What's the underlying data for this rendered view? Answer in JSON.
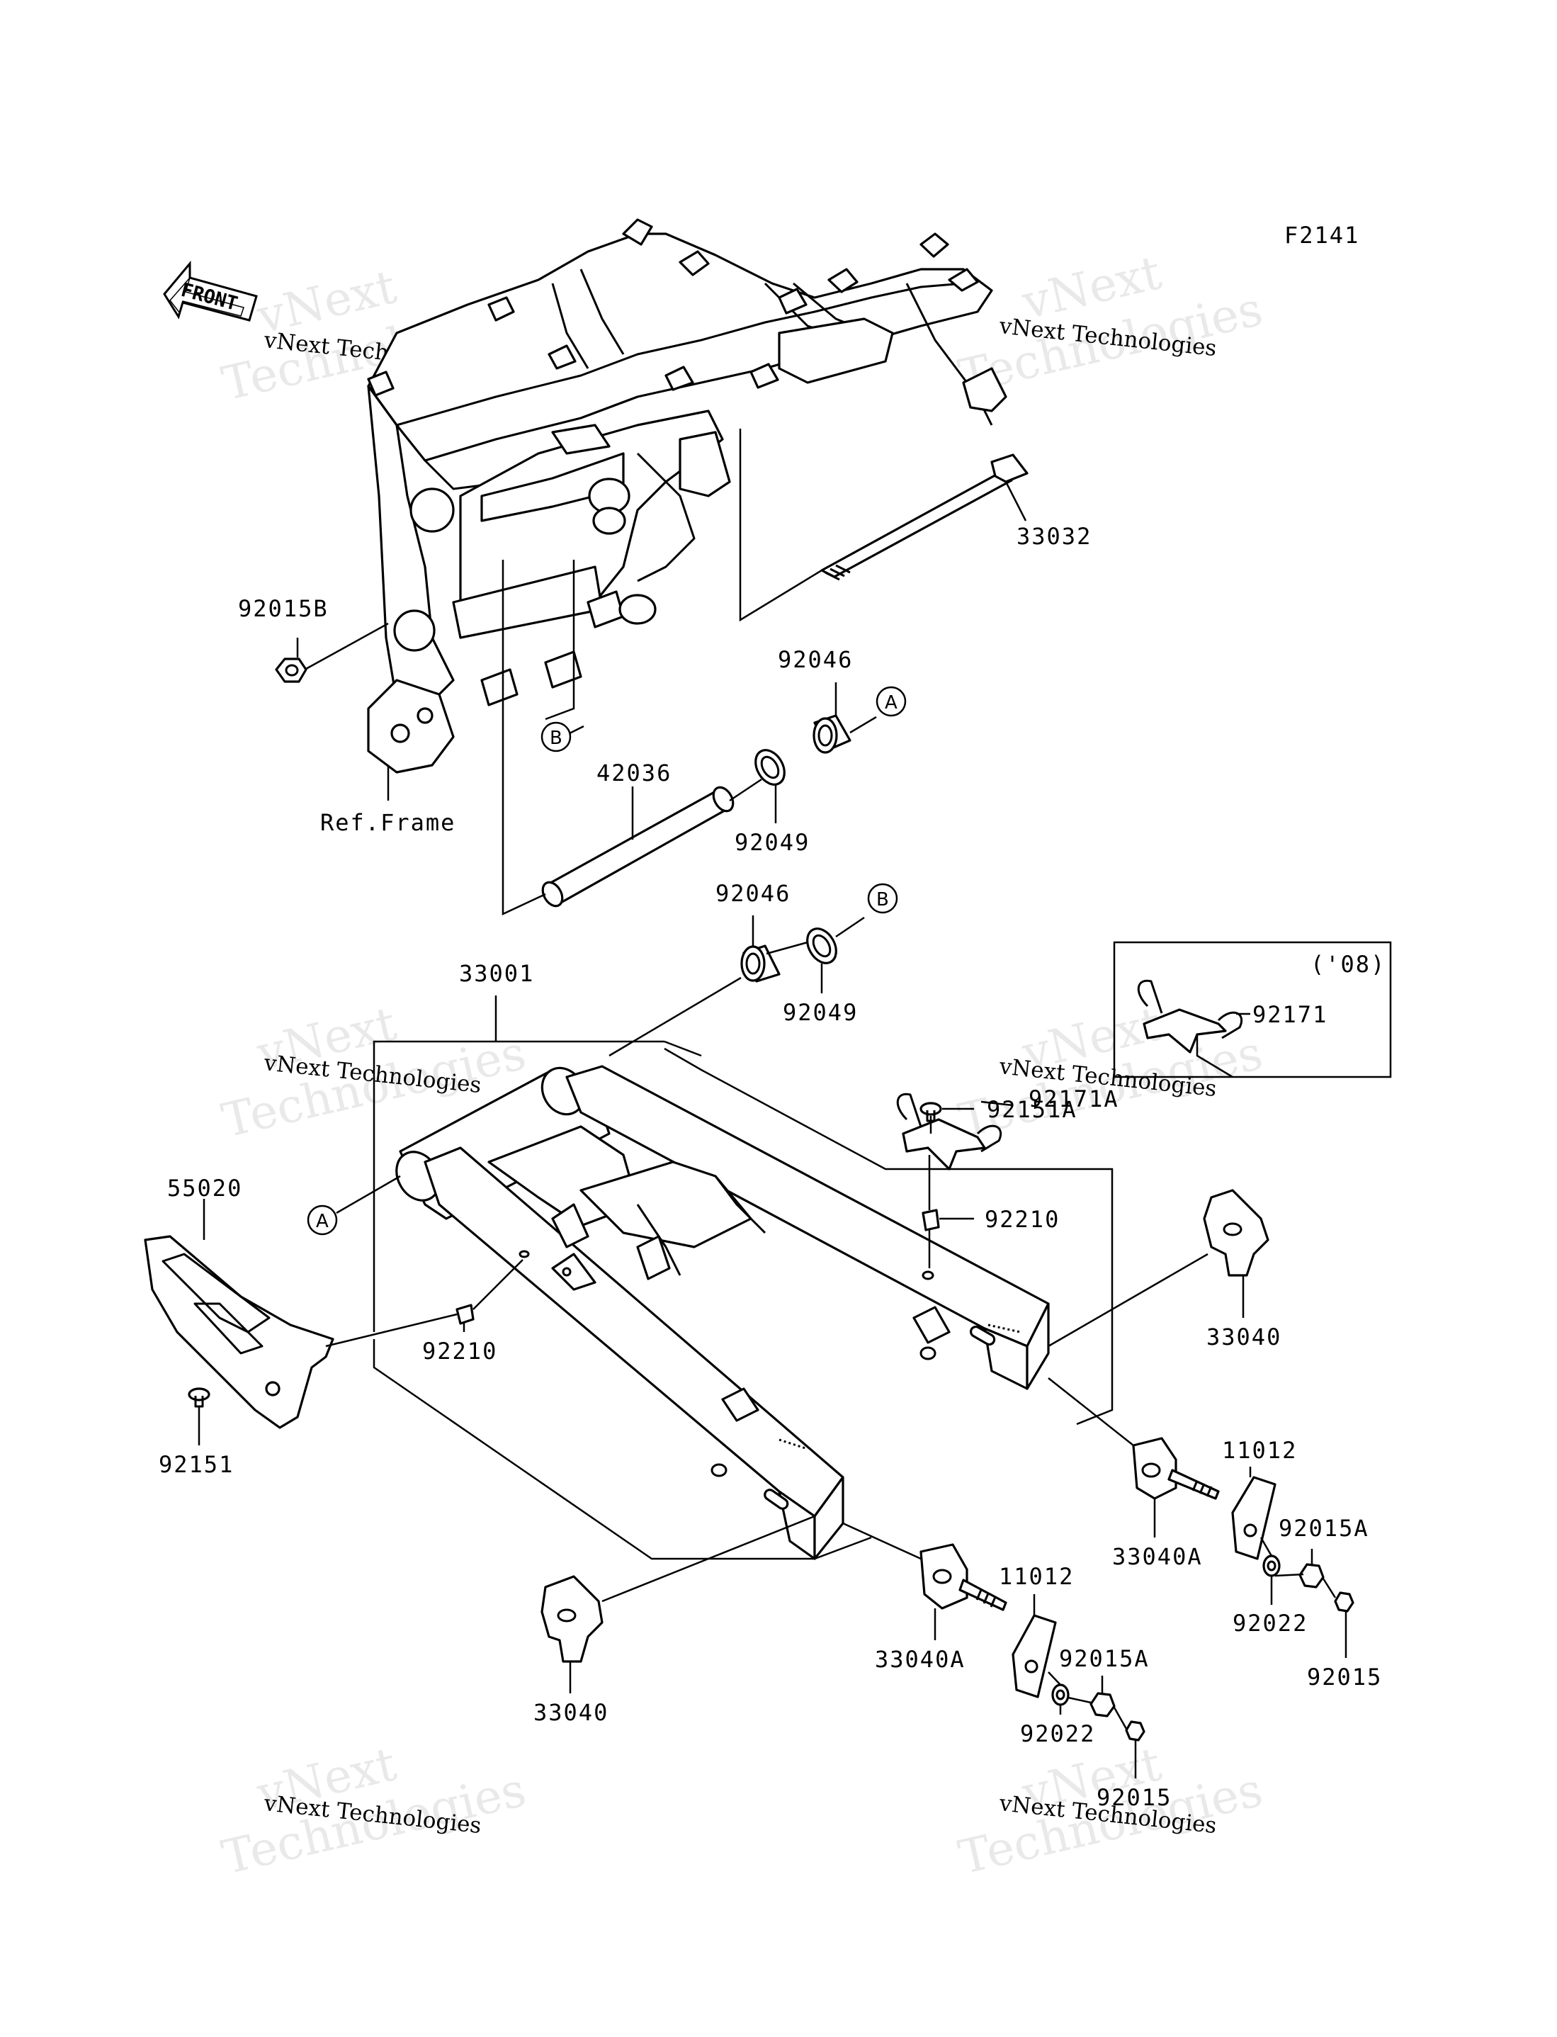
{
  "figure_code": "F2141",
  "front_label": "FRONT",
  "ref_frame_label": "Ref.Frame",
  "variant_label": "('08)",
  "callouts": {
    "A": "A",
    "B": "B"
  },
  "watermark": {
    "line1": "vNext Technologies",
    "line2": "vNext",
    "line3": "Technologies"
  },
  "parts": {
    "p33032": "33032",
    "p92015B": "92015B",
    "p92046a": "92046",
    "p42036": "42036",
    "p92049a": "92049",
    "p92046b": "92046",
    "p92049b": "92049",
    "p33001": "33001",
    "p92151A": "92151A",
    "p92171": "92171",
    "p92171A": "92171A",
    "p92210a": "92210",
    "p55020": "55020",
    "p92210b": "92210",
    "p92151": "92151",
    "p33040a": "33040",
    "p11012a": "11012",
    "p33040Aa": "33040A",
    "p92015Aa": "92015A",
    "p92022a": "92022",
    "p92015a": "92015",
    "p11012b": "11012",
    "p92015Ab": "92015A",
    "p33040Ab": "33040A",
    "p92022b": "92022",
    "p92015b": "92015",
    "p33040b": "33040"
  }
}
